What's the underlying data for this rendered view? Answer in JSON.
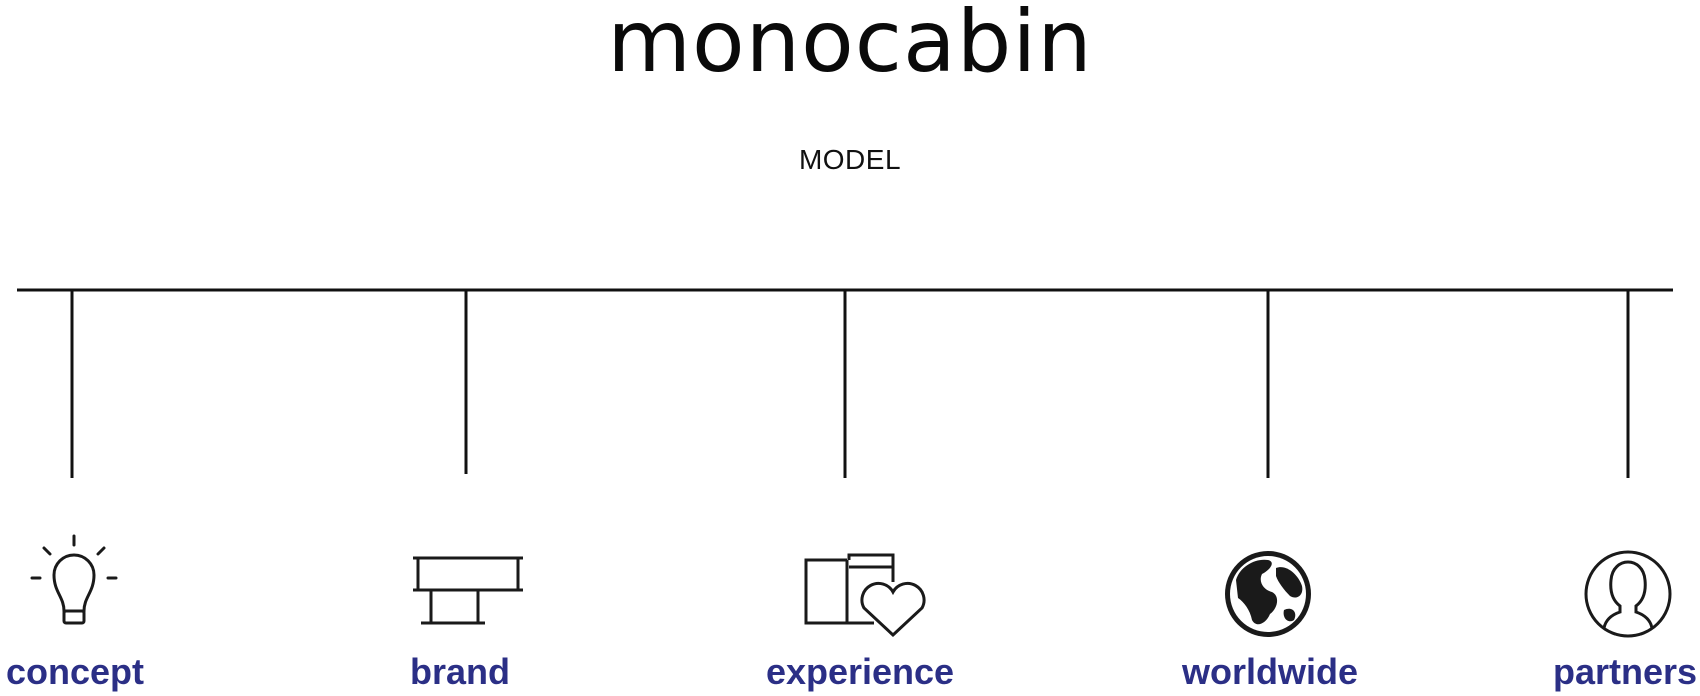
{
  "header": {
    "logo_text": "monocabin",
    "subtitle": "MODEL"
  },
  "colors": {
    "line": "#111111",
    "label": "#2b2f86",
    "icon": "#1a1a1a"
  },
  "nodes": [
    {
      "label": "concept",
      "icon": "lightbulb-icon"
    },
    {
      "label": "brand",
      "icon": "brand-structure-icon"
    },
    {
      "label": "experience",
      "icon": "cabin-heart-icon"
    },
    {
      "label": "worldwide",
      "icon": "globe-icon"
    },
    {
      "label": "partners",
      "icon": "person-icon"
    }
  ]
}
